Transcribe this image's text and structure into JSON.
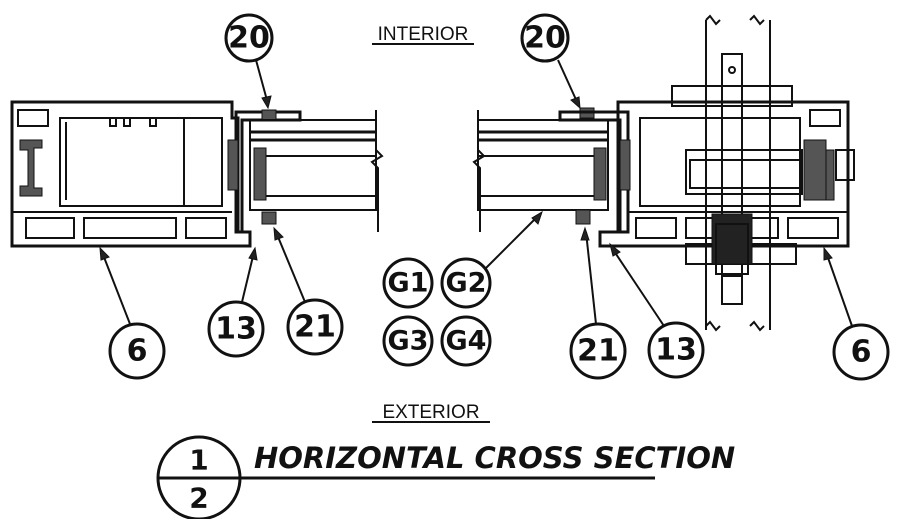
{
  "labels": {
    "interior": "INTERIOR",
    "exterior": "EXTERIOR"
  },
  "callouts": {
    "c20_left": "20",
    "c20_right": "20",
    "c6_left": "6",
    "c13_left": "13",
    "c21_left": "21",
    "g1": "G1",
    "g2": "G2",
    "g3": "G3",
    "g4": "G4",
    "c21_right": "21",
    "c13_right": "13",
    "c6_right": "6"
  },
  "title_block": {
    "title": "HORIZONTAL CROSS SECTION",
    "detail_number": "1",
    "sheet_number": "2"
  }
}
